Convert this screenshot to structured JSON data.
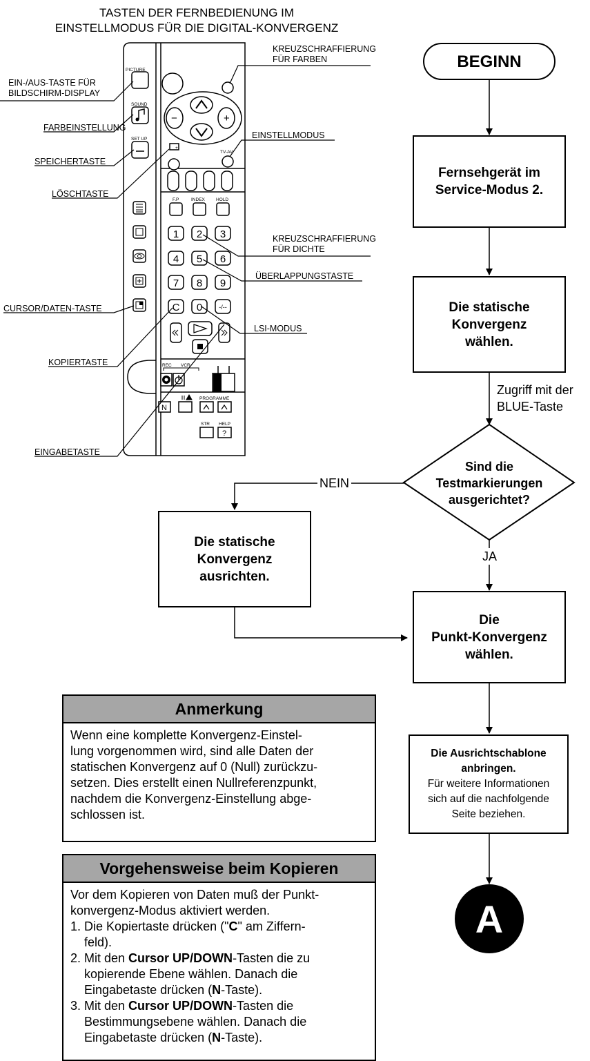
{
  "remote": {
    "title_lines": [
      "TASTEN DER FERNBEDIENUNG IM",
      "EINSTELLMODUS FÜR DIE DIGITAL-KONVERGENZ"
    ],
    "callouts": {
      "picture_key": [
        "EIN-/AUS-TASTE FÜR",
        "BILDSCHIRM-DISPLAY"
      ],
      "sound_key": "FARBEINSTELLUNG",
      "setup_key": "SPEICHERTASTE",
      "clear_key": "LÖSCHTASTE",
      "cursor_data_key": "CURSOR/DATEN-TASTE",
      "copy_key": "KOPIERTASTE",
      "enter_key": "EINGABETASTE",
      "color_crosshatch": [
        "KREUZSCHRAFFIERUNG",
        "FÜR FARBEN"
      ],
      "adjust_mode": "EINSTELLMODUS",
      "density_crosshatch": [
        "KREUZSCHRAFFIERUNG",
        "FÜR DICHTE"
      ],
      "overlap_key": "ÜBERLAPPUNGSTASTE",
      "lsi_mode": "LSI-MODUS"
    },
    "small_labels": {
      "picture": "PICTURE",
      "sound": "SOUND",
      "setup": "SET UP",
      "tvav": "TV-AV",
      "fp": "F.P",
      "index": "INDEX",
      "hold": "HOLD",
      "rec": "REC",
      "vcr": "VCR",
      "programme": "PROGRAMME",
      "str": "STR",
      "help": "HELP"
    },
    "keys": {
      "digits": [
        "1",
        "2",
        "3",
        "4",
        "5",
        "6",
        "7",
        "8",
        "9"
      ],
      "c": "C",
      "zero": "0",
      "dash": "-/--",
      "n": "N",
      "help_q": "?",
      "plus": "+",
      "minus": "−",
      "setup_minus": "−",
      "small_plus": "+"
    }
  },
  "flow": {
    "begin": "BEGINN",
    "step1": [
      "Fernsehgerät im",
      "Service-Modus 2."
    ],
    "step2": [
      "Die statische",
      "Konvergenz",
      "wählen."
    ],
    "access_note": [
      "Zugriff mit der",
      "BLUE-Taste"
    ],
    "decision": [
      "Sind die",
      "Testmarkierungen",
      "ausgerichtet?"
    ],
    "no_label": "NEIN",
    "yes_label": "JA",
    "step_no": [
      "Die statische",
      "Konvergenz",
      "ausrichten."
    ],
    "step3": [
      "Die",
      "Punkt-Konvergenz",
      "wählen."
    ],
    "step4_bold": [
      "Die Ausrichtschablone",
      "anbringen."
    ],
    "step4_regular": [
      "Für weitere Informationen",
      "sich auf die nachfolgende",
      "Seite beziehen."
    ],
    "connector": "A"
  },
  "note": {
    "heading": "Anmerkung",
    "lines": [
      "Wenn eine komplette Konvergenz-Einstel-",
      "lung vorgenommen wird, sind alle Daten der",
      "statischen Konvergenz auf 0 (Null) zurückzu-",
      "setzen. Dies erstellt einen Nullreferenzpunkt,",
      "nachdem die Konvergenz-Einstellung abge-",
      "schlossen ist."
    ]
  },
  "copy_procedure": {
    "heading": "Vorgehensweise beim Kopieren",
    "intro": [
      "Vor dem Kopieren von Daten muß der Punkt-",
      "konvergenz-Modus aktiviert werden."
    ],
    "step1": {
      "a": "1. Die Kopiertaste drücken (\"",
      "b": "C",
      "c": "\" am Ziffern-",
      "d": "feld)."
    },
    "step2": {
      "a": "2. Mit den ",
      "b": "Cursor UP/DOWN",
      "c": "-Tasten die zu",
      "d": "kopierende Ebene wählen. Danach die",
      "e": "Eingabetaste drücken (",
      "f": "N",
      "g": "-Taste)."
    },
    "step3": {
      "a": "3. Mit den ",
      "b": "Cursor UP/DOWN",
      "c": "-Tasten die",
      "d": "Bestimmungsebene wählen. Danach die",
      "e": "Eingabetaste drücken (",
      "f": "N",
      "g": "-Taste)."
    }
  }
}
